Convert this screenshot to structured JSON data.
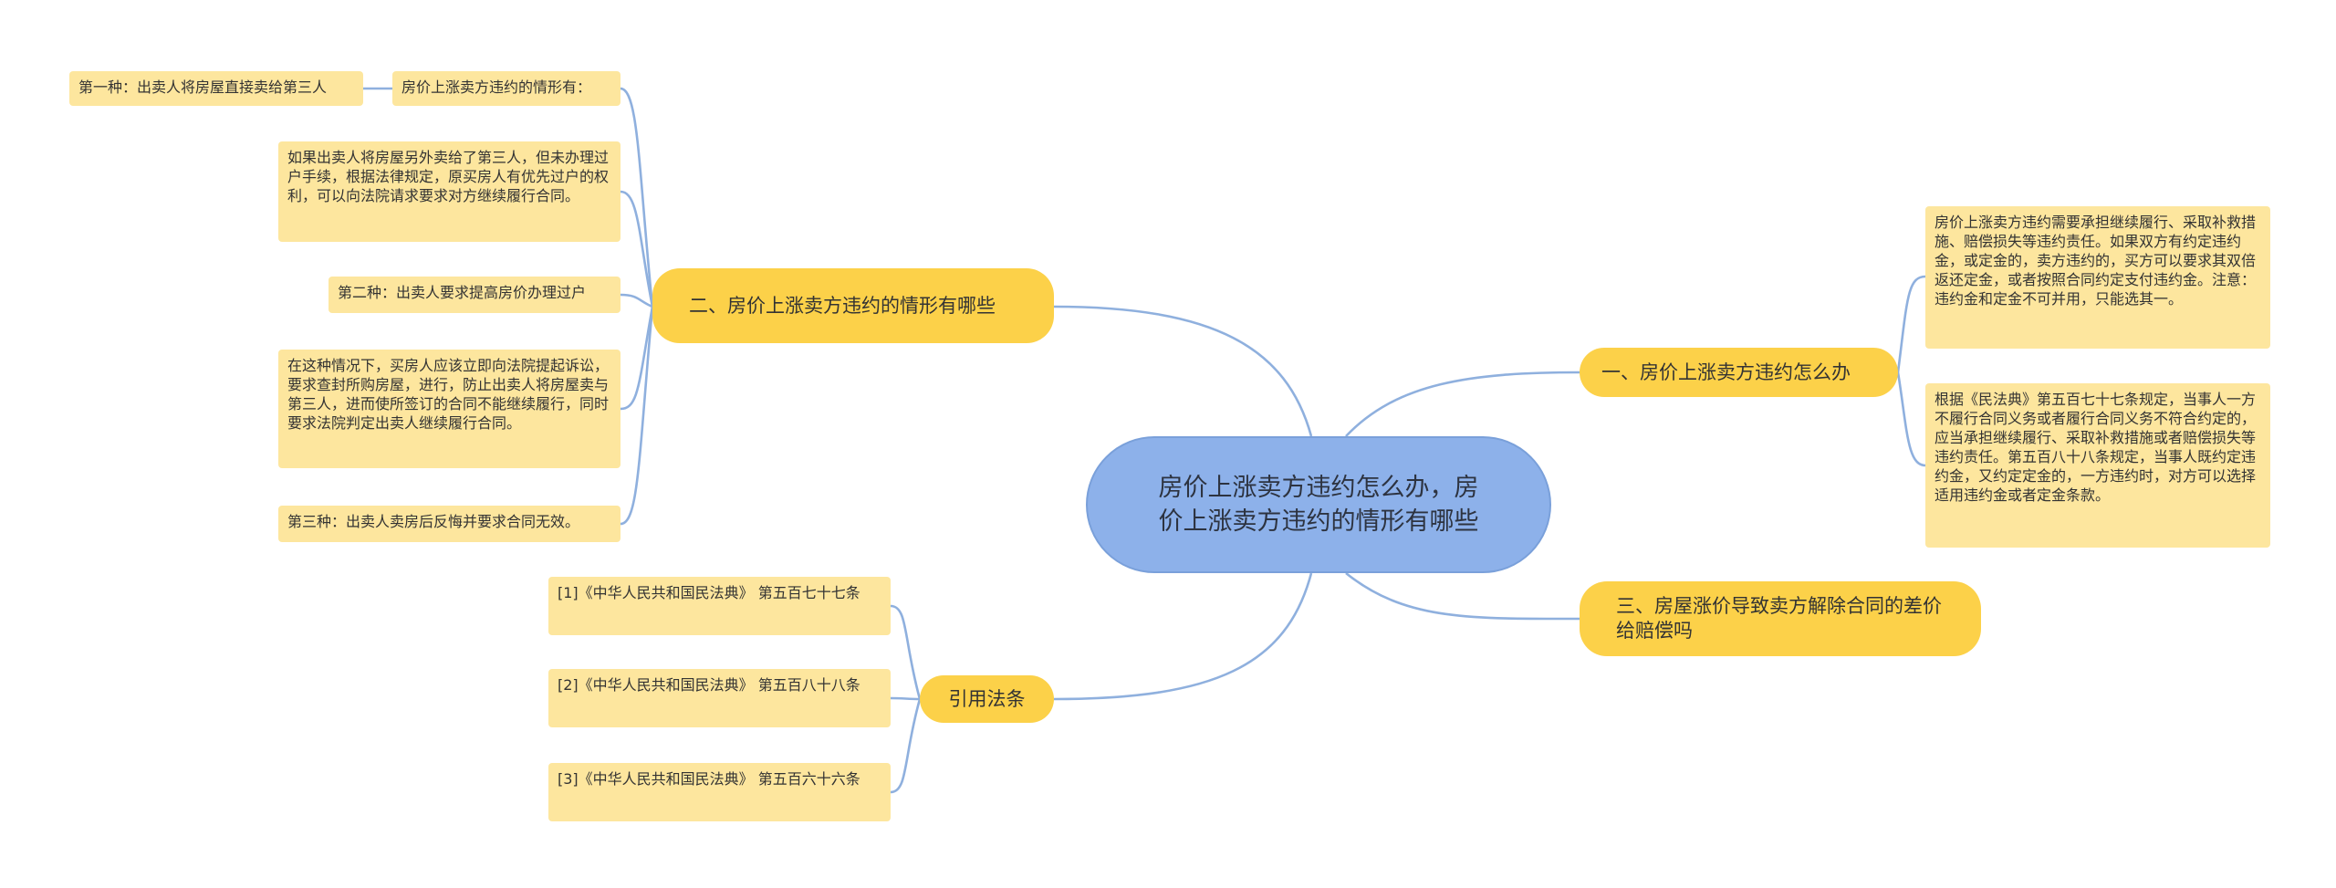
{
  "root": {
    "title": "房价上涨卖方违约怎么办，房价上涨卖方违约的情形有哪些"
  },
  "branches": {
    "b1": {
      "label": "一、房价上涨卖方违约怎么办",
      "leaves": [
        "房价上涨卖方违约需要承担继续履行、采取补救措施、赔偿损失等违约责任。如果双方有约定违约金，或定金的，卖方违约的，买方可以要求其双倍返还定金，或者按照合同约定支付违约金。注意：违约金和定金不可并用，只能选其一。",
        "根据《民法典》第五百七十七条规定，当事人一方不履行合同义务或者履行合同义务不符合约定的，应当承担继续履行、采取补救措施或者赔偿损失等违约责任。第五百八十八条规定，当事人既约定违约金，又约定定金的，一方违约时，对方可以选择适用违约金或者定金条款。"
      ]
    },
    "b2": {
      "label": "二、房价上涨卖方违约的情形有哪些",
      "leaves": [
        "房价上涨卖方违约的情形有：",
        "如果出卖人将房屋另外卖给了第三人，但未办理过户手续，根据法律规定，原买房人有优先过户的权利，可以向法院请求要求对方继续履行合同。",
        "第二种：出卖人要求提高房价办理过户",
        "在这种情况下，买房人应该立即向法院提起诉讼，要求查封所购房屋，进行，防止出卖人将房屋卖与第三人，进而使所签订的合同不能继续履行，同时要求法院判定出卖人继续履行合同。",
        "第三种：出卖人卖房后反悔并要求合同无效。"
      ],
      "sub_leaf": "第一种：出卖人将房屋直接卖给第三人"
    },
    "b3": {
      "label": "三、房屋涨价导致卖方解除合同的差价给赔偿吗"
    },
    "b4": {
      "label": "引用法条",
      "leaves": [
        "[1]《中华人民共和国民法典》 第五百七十七条",
        "[2]《中华人民共和国民法典》 第五百八十八条",
        "[3]《中华人民共和国民法典》 第五百六十六条"
      ]
    }
  },
  "colors": {
    "root_fill": "#8db1ea",
    "branch_fill": "#fcd149",
    "leaf_fill": "#fde69e",
    "connector": "#8fb0de"
  }
}
